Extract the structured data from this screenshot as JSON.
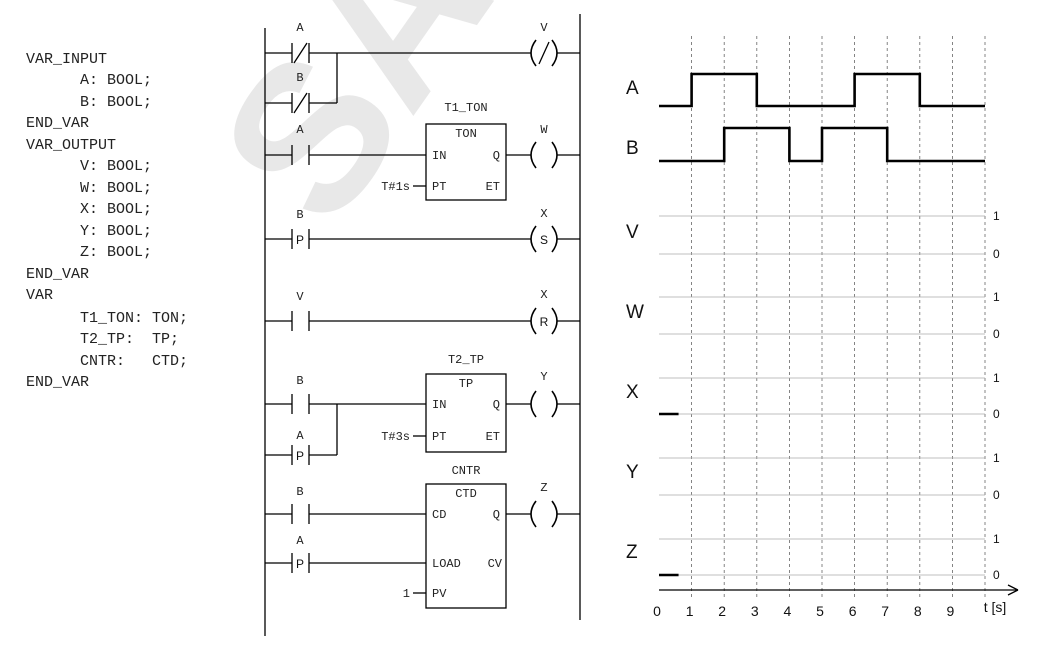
{
  "watermark": "SAM",
  "declarations": [
    "VAR_INPUT",
    "      A: BOOL;",
    "      B: BOOL;",
    "END_VAR",
    "VAR_OUTPUT",
    "      V: BOOL;",
    "      W: BOOL;",
    "      X: BOOL;",
    "      Y: BOOL;",
    "      Z: BOOL;",
    "END_VAR",
    "VAR",
    "      T1_TON: TON;",
    "      T2_TP:  TP;",
    "      CNTR:   CTD;",
    "END_VAR"
  ],
  "ladder": {
    "rung1": {
      "contact_a": "A",
      "contact_b": "B",
      "coil": "V",
      "coil_type": "/"
    },
    "rung2": {
      "contact": "A",
      "instance": "T1_TON",
      "block_type": "TON",
      "in": "IN",
      "pt": "PT",
      "q": "Q",
      "et": "ET",
      "preset": "T#1s",
      "coil": "W"
    },
    "rung3": {
      "contact": "B",
      "contact_type": "P",
      "coil": "X",
      "coil_type": "S"
    },
    "rung4": {
      "contact": "V",
      "coil": "X",
      "coil_type": "R"
    },
    "rung5": {
      "contact_b": "B",
      "contact_a": "A",
      "contact_a_type": "P",
      "instance": "T2_TP",
      "block_type": "TP",
      "in": "IN",
      "pt": "PT",
      "q": "Q",
      "et": "ET",
      "preset": "T#3s",
      "coil": "Y"
    },
    "rung6": {
      "contact_b": "B",
      "contact_a": "A",
      "contact_a_type": "P",
      "instance": "CNTR",
      "block_type": "CTD",
      "cd": "CD",
      "load": "LOAD",
      "pv": "PV",
      "q": "Q",
      "cv": "CV",
      "preset": "1",
      "coil": "Z"
    }
  },
  "timing": {
    "time_axis_label": "t [s]",
    "time_ticks": [
      "0",
      "1",
      "2",
      "3",
      "4",
      "5",
      "6",
      "7",
      "8",
      "9"
    ],
    "level_high": "1",
    "level_low": "0",
    "signals": [
      {
        "name": "A",
        "transitions": [
          [
            0,
            0
          ],
          [
            1,
            1
          ],
          [
            3,
            0
          ],
          [
            6,
            1
          ],
          [
            8,
            0
          ]
        ],
        "end": 10
      },
      {
        "name": "B",
        "transitions": [
          [
            0,
            0
          ],
          [
            2,
            1
          ],
          [
            4,
            0
          ],
          [
            5,
            1
          ],
          [
            7,
            0
          ]
        ],
        "end": 10
      },
      {
        "name": "V",
        "transitions": [],
        "end": 10
      },
      {
        "name": "W",
        "transitions": [],
        "end": 10
      },
      {
        "name": "X",
        "transitions": [
          [
            0,
            0
          ]
        ],
        "end": 0.6
      },
      {
        "name": "Y",
        "transitions": [],
        "end": 10
      },
      {
        "name": "Z",
        "transitions": [
          [
            0,
            0
          ]
        ],
        "end": 0.6
      }
    ]
  }
}
